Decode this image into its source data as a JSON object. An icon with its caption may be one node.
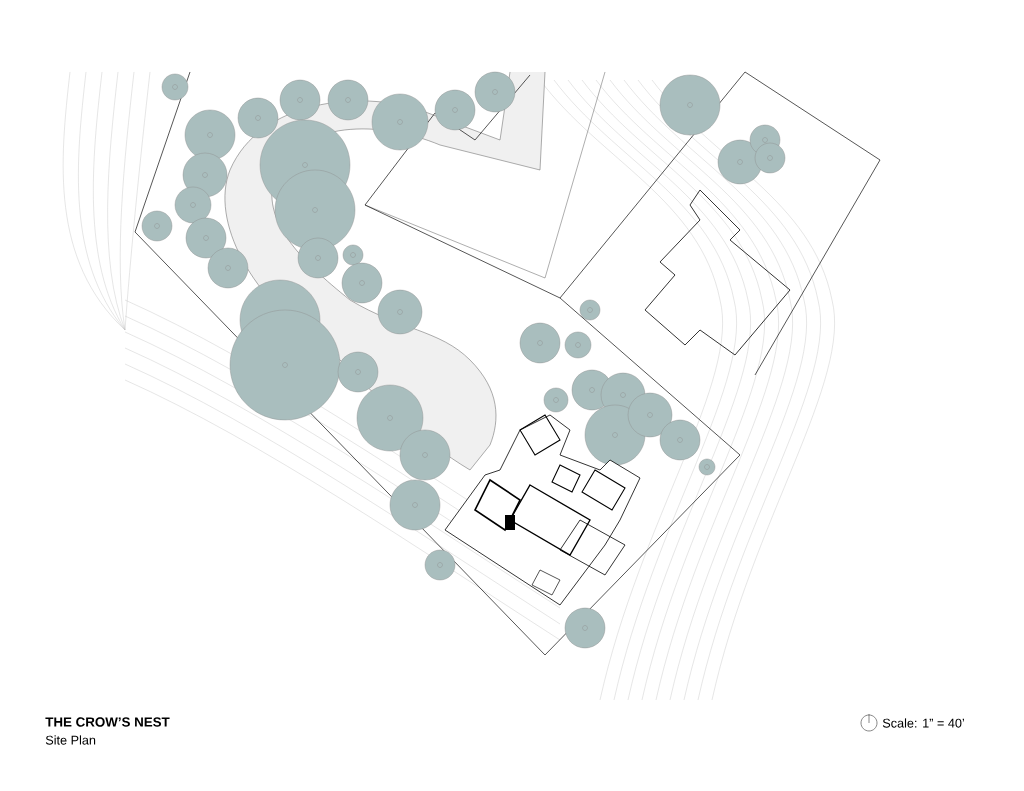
{
  "diagram": {
    "title": "THE CROW’S NEST",
    "labels": [
      "Site Plan",
      "Scale: 1” = 40’"
    ]
  }
}
